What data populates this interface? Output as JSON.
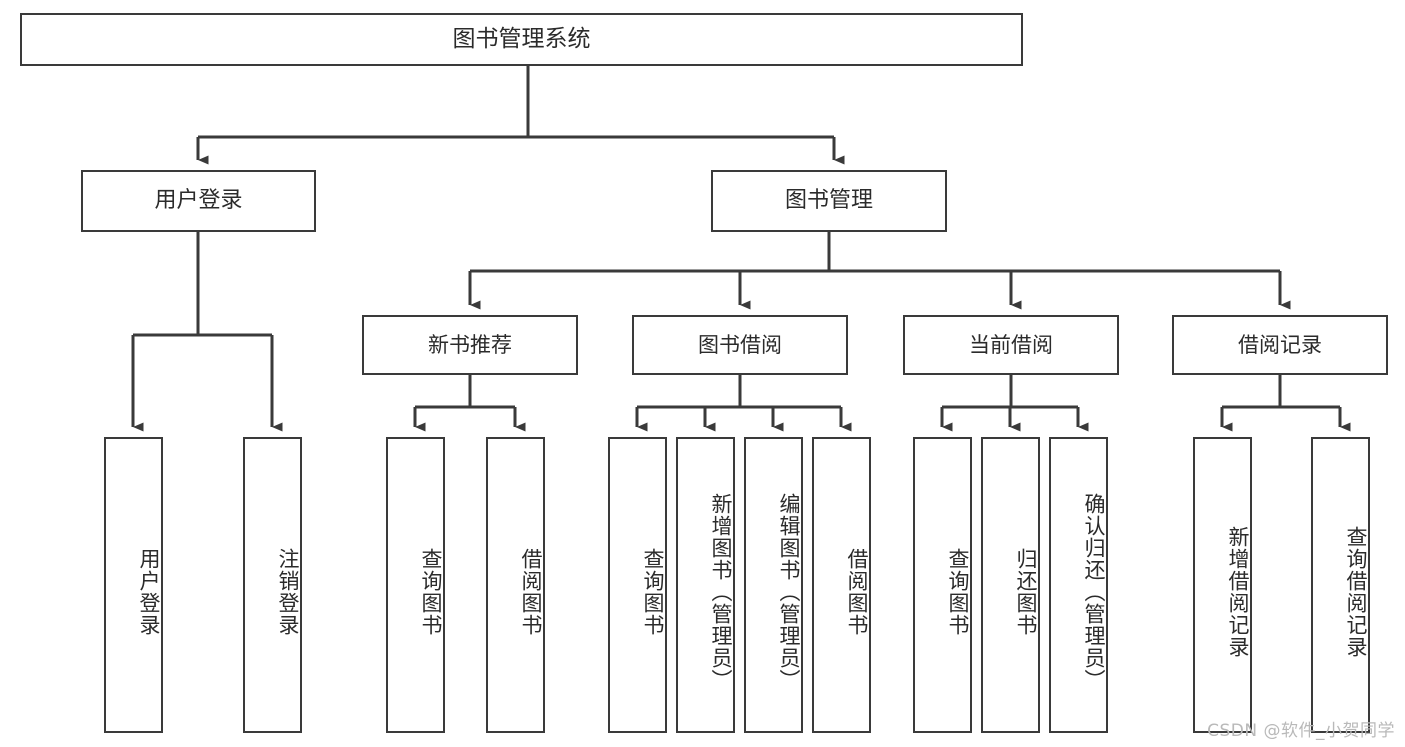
{
  "diagram": {
    "title": "图书管理系统",
    "type": "tree",
    "watermark": "CSDN @软件_小贺同学",
    "colors": {
      "box_border": "#3a3a3a",
      "box_fill": "#ffffff",
      "connector": "#3a3a3a",
      "text": "#2b2b2b",
      "watermark": "#b9b9b9",
      "background": "#ffffff"
    },
    "root": {
      "label": "图书管理系统"
    },
    "level1": [
      {
        "id": "user-login",
        "label": "用户登录"
      },
      {
        "id": "book-management",
        "label": "图书管理"
      }
    ],
    "level2": [
      {
        "id": "new-book-recommend",
        "label": "新书推荐",
        "parent": "book-management"
      },
      {
        "id": "book-borrow",
        "label": "图书借阅",
        "parent": "book-management"
      },
      {
        "id": "current-borrow",
        "label": "当前借阅",
        "parent": "book-management"
      },
      {
        "id": "borrow-record",
        "label": "借阅记录",
        "parent": "book-management"
      }
    ],
    "leaves": [
      {
        "id": "leaf-user-login",
        "label": "用户登录",
        "parent": "user-login"
      },
      {
        "id": "leaf-logout-login",
        "label": "注销登录",
        "parent": "user-login"
      },
      {
        "id": "leaf-query-book-1",
        "label": "查询图书",
        "parent": "new-book-recommend"
      },
      {
        "id": "leaf-borrow-book-1",
        "label": "借阅图书",
        "parent": "new-book-recommend"
      },
      {
        "id": "leaf-query-book-2",
        "label": "查询图书",
        "parent": "book-borrow"
      },
      {
        "id": "leaf-add-book",
        "label": "新增图书（管理员）",
        "parent": "book-borrow"
      },
      {
        "id": "leaf-edit-book",
        "label": "编辑图书（管理员）",
        "parent": "book-borrow"
      },
      {
        "id": "leaf-borrow-book-2",
        "label": "借阅图书",
        "parent": "book-borrow"
      },
      {
        "id": "leaf-query-book-3",
        "label": "查询图书",
        "parent": "current-borrow"
      },
      {
        "id": "leaf-return-book",
        "label": "归还图书",
        "parent": "current-borrow"
      },
      {
        "id": "leaf-confirm-return",
        "label": "确认归还（管理员）",
        "parent": "current-borrow"
      },
      {
        "id": "leaf-add-record",
        "label": "新增借阅记录",
        "parent": "borrow-record"
      },
      {
        "id": "leaf-query-record",
        "label": "查询借阅记录",
        "parent": "borrow-record"
      }
    ]
  }
}
